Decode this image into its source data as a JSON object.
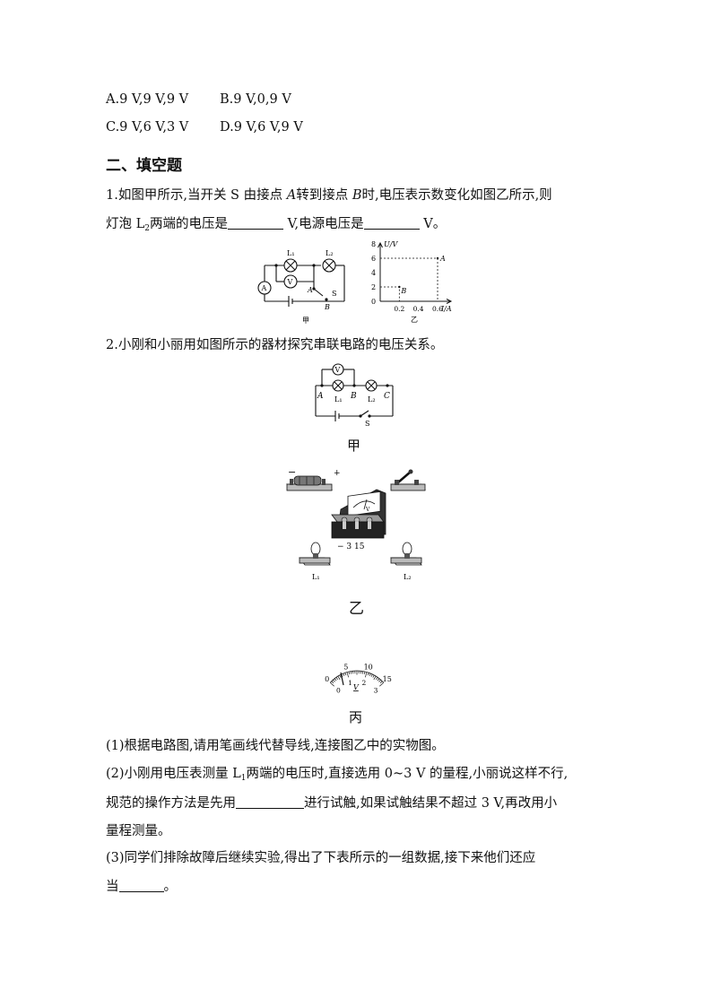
{
  "options": {
    "A": "A.9 V,9 V,9 V",
    "B": "B.9 V,0,9 V",
    "C": "C.9 V,6 V,3 V",
    "D": "D.9 V,6 V,9 V"
  },
  "section_title": "二、填空题",
  "q1": {
    "line1_a": "1.如图甲所示,当开关 S 由接点 ",
    "pt_a": "A",
    "line1_b": "转到接点 ",
    "pt_b": "B",
    "line1_c": "时,电压表示数变化如图乙所示,则",
    "line2_a": "灯泡 L",
    "line2_sub": "2",
    "line2_b": "两端的电压是",
    "line2_c": " V,电源电压是",
    "line2_d": " V。",
    "fig_jia": {
      "caption": "甲",
      "labels": {
        "L1": "L₁",
        "L2": "L₂",
        "A_meter": "A",
        "V_meter": "V",
        "A_pt": "A",
        "S": "S",
        "B_pt": "B"
      }
    },
    "fig_yi": {
      "caption": "乙",
      "y_axis_label": "U/V",
      "x_axis_label": "I/A",
      "y_ticks": [
        "8",
        "6",
        "4",
        "2",
        "0"
      ],
      "x_ticks": [
        "0.2",
        "0.4",
        "0.6"
      ],
      "point_a_label": "A",
      "point_b_label": "B"
    }
  },
  "chart_data": {
    "type": "scatter",
    "title": "",
    "xlabel": "I/A",
    "ylabel": "U/V",
    "xlim": [
      0,
      0.7
    ],
    "ylim": [
      0,
      8
    ],
    "points": [
      {
        "label": "A",
        "x": 0.6,
        "y": 6
      },
      {
        "label": "B",
        "x": 0.2,
        "y": 2
      }
    ]
  },
  "q2": {
    "intro": "2.小刚和小丽用如图所示的器材探究串联电路的电压关系。",
    "fig_jia": {
      "caption": "甲",
      "labels": {
        "V": "V",
        "A": "A",
        "B": "B",
        "C": "C",
        "L1": "L₁",
        "L2": "L₂",
        "S": "S"
      }
    },
    "fig_yi": {
      "caption": "乙",
      "battery_minus": "−",
      "battery_plus": "+",
      "meter_terminals": "−  3 15",
      "meter_letter": "V",
      "L1": "L₁",
      "L2": "L₂"
    },
    "fig_bing": {
      "caption": "丙",
      "outer_scale": [
        "0",
        "5",
        "10",
        "15"
      ],
      "inner_scale": [
        "0",
        "1",
        "2",
        "3"
      ],
      "unit": "V"
    },
    "part1": "(1)根据电路图,请用笔画线代替导线,连接图乙中的实物图。",
    "part2_line1_a": "(2)小刚用电压表测量 L",
    "part2_sub": "1",
    "part2_line1_b": "两端的电压时,直接选用 0~3 V 的量程,小丽说这样不行,",
    "part2_line2_a": "规范的操作方法是先用",
    "part2_line2_b": "进行试触,如果试触结果不超过 3 V,再改用小",
    "part2_line3": "量程测量。",
    "part3_line1": "(3)同学们排除故障后继续实验,得出了下表所示的一组数据,接下来他们还应",
    "part3_line2_a": "当",
    "part3_line2_b": "。"
  }
}
